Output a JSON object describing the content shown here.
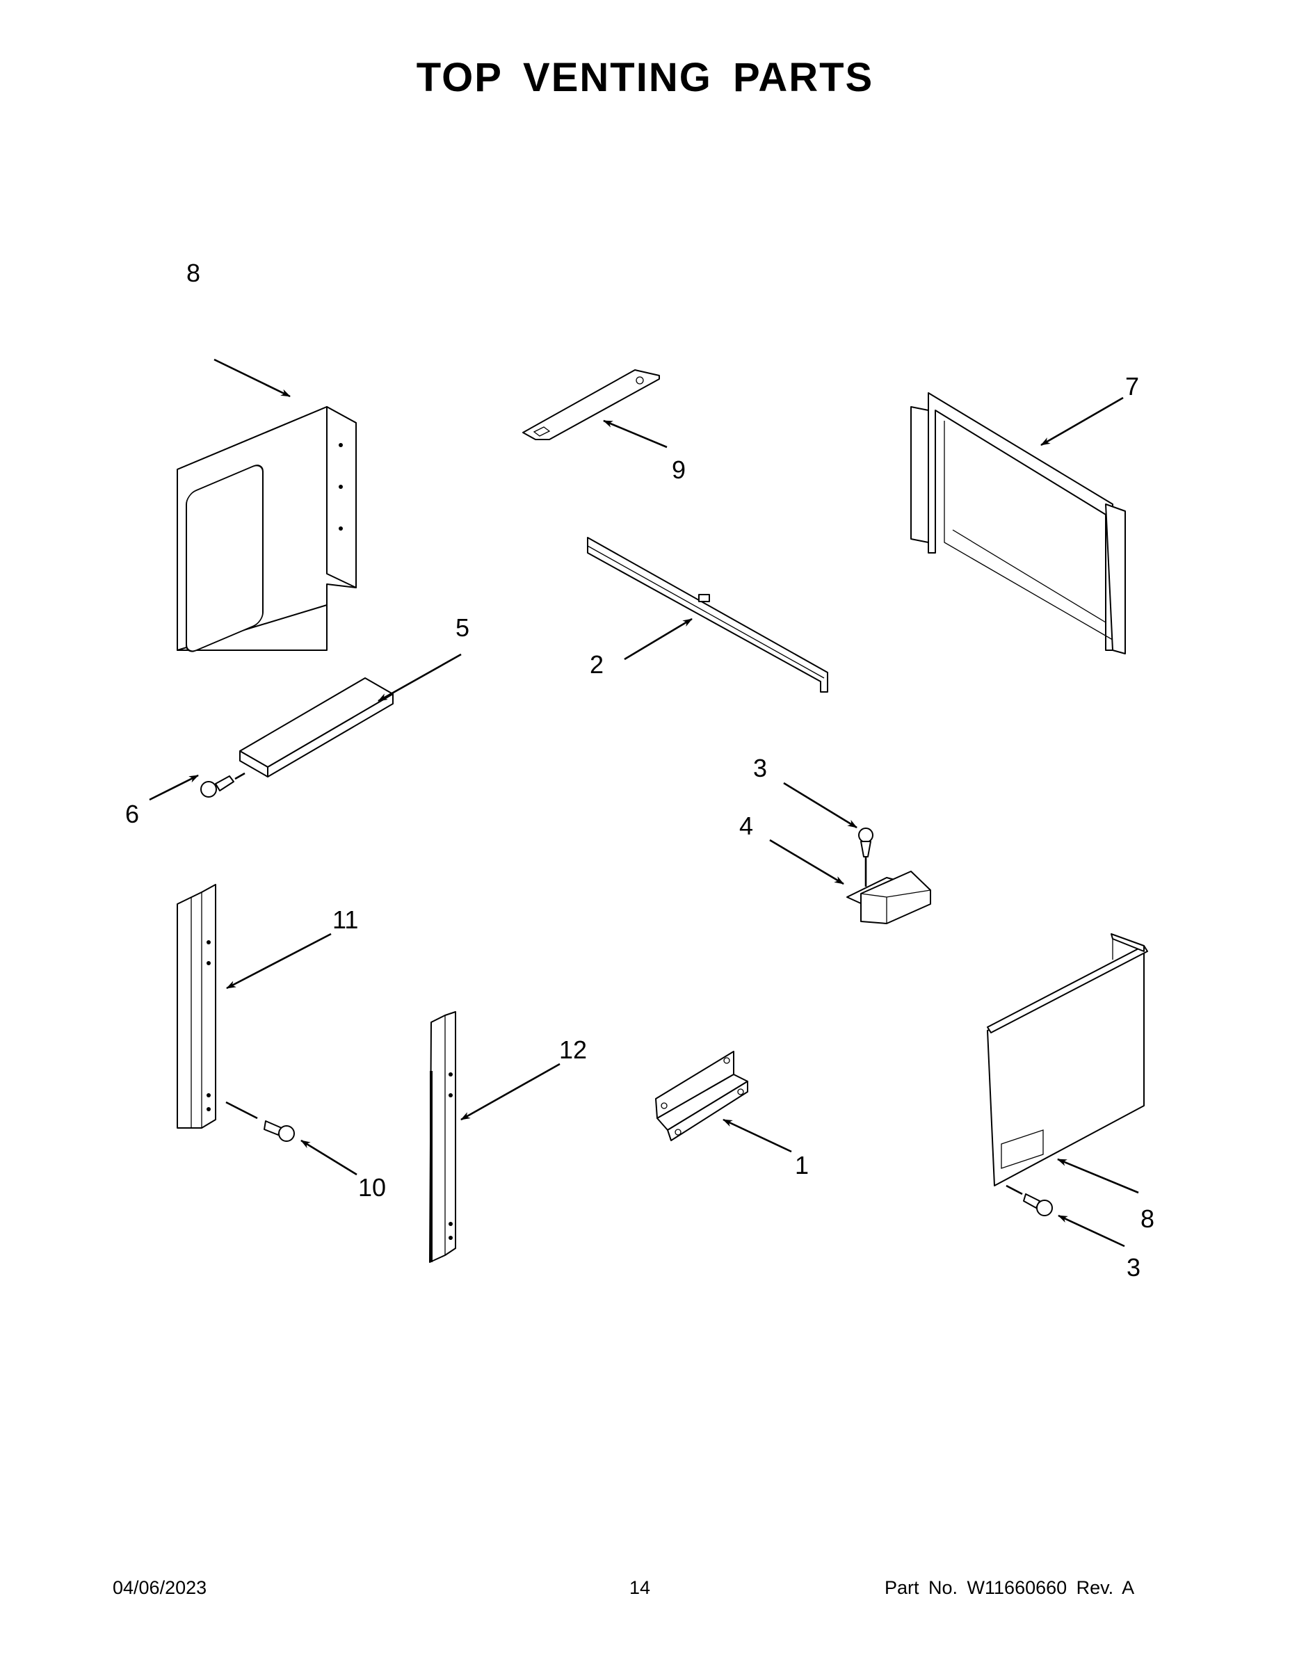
{
  "title": "TOP VENTING PARTS",
  "footer": {
    "date": "04/06/2023",
    "page": "14",
    "part_number": "Part No.  W11660660  Rev.  A"
  },
  "callouts": [
    {
      "id": "c8a",
      "label": "8",
      "part": "side panel (left)"
    },
    {
      "id": "c9",
      "label": "9",
      "part": "plate"
    },
    {
      "id": "c7",
      "label": "7",
      "part": "vent frame"
    },
    {
      "id": "c5",
      "label": "5",
      "part": "bracket"
    },
    {
      "id": "c2",
      "label": "2",
      "part": "rail"
    },
    {
      "id": "c6",
      "label": "6",
      "part": "screw"
    },
    {
      "id": "c3a",
      "label": "3",
      "part": "screw"
    },
    {
      "id": "c4",
      "label": "4",
      "part": "switch housing"
    },
    {
      "id": "c11",
      "label": "11",
      "part": "side rail (left)"
    },
    {
      "id": "c12",
      "label": "12",
      "part": "side rail (center)"
    },
    {
      "id": "c1",
      "label": "1",
      "part": "mounting bracket"
    },
    {
      "id": "c10",
      "label": "10",
      "part": "screw"
    },
    {
      "id": "c8b",
      "label": "8",
      "part": "side panel (right)"
    },
    {
      "id": "c3b",
      "label": "3",
      "part": "screw"
    }
  ],
  "colors": {
    "line": "#000000",
    "background": "#ffffff"
  }
}
